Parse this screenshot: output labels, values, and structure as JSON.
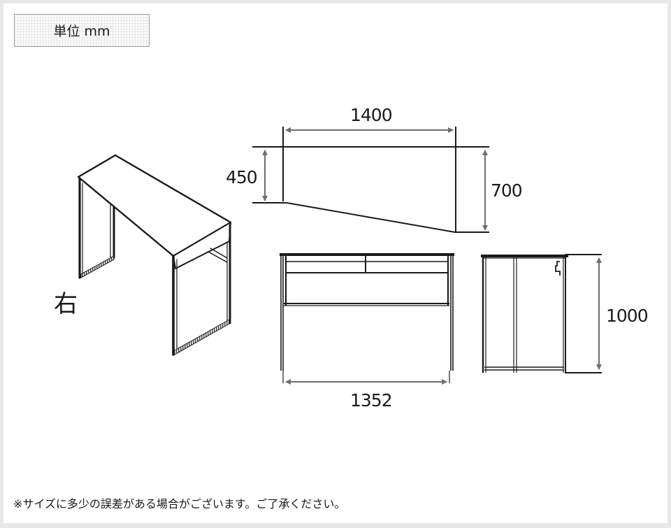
{
  "header": {
    "unit_label": "単位 mm"
  },
  "iso_view": {
    "side_label": "右"
  },
  "top_view": {
    "width_label": "1400",
    "narrow_depth_label": "450",
    "wide_depth_label": "700"
  },
  "front_view": {
    "inner_width_label": "1352"
  },
  "side_view": {
    "height_label": "1000"
  },
  "footer": {
    "note": "※サイズに多少の誤差がある場合がございます。ご了承ください。"
  },
  "colors": {
    "frame": "#e8e8e8",
    "line": "#1a1a1a",
    "dimension_arrow": "#6e6e6e"
  }
}
